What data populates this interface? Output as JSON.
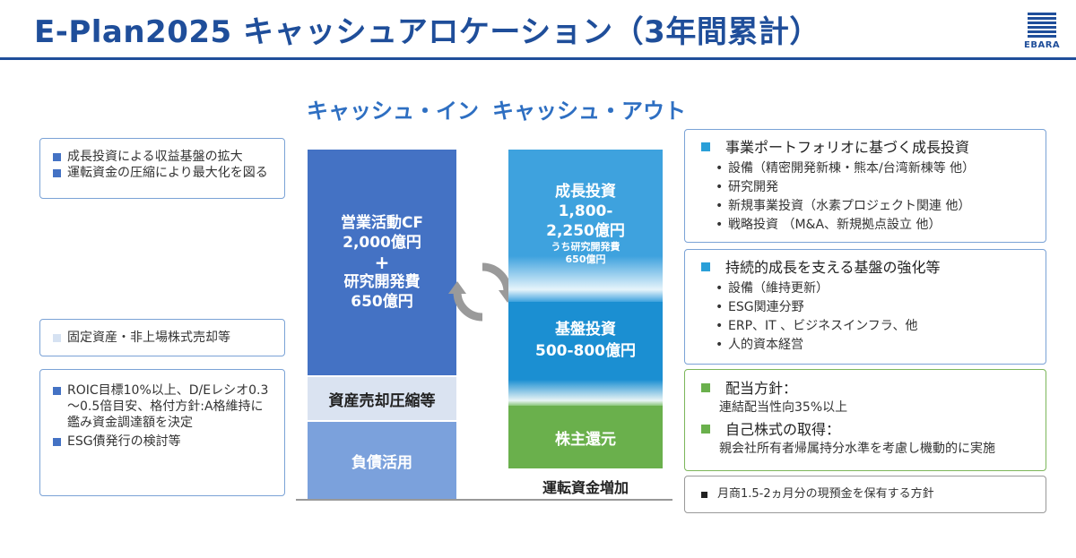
{
  "header": {
    "title": "E-Plan2025 キャッシュアロケーション（3年間累計）",
    "logo_text": "EBARA"
  },
  "cash_in": {
    "heading": "キャッシュ・イン",
    "operating_cf": {
      "line1": "営業活動CF",
      "line2": "2,000億円",
      "line3": "+",
      "line4": "研究開発費",
      "line5": "650億円"
    },
    "asset_sale": "資産売却圧縮等",
    "debt": "負債活用"
  },
  "cash_out": {
    "heading": "キャッシュ・アウト",
    "growth": {
      "line1": "成長投資",
      "line2": "1,800-",
      "line3": "2,250億円",
      "line4": "うち研究開発費",
      "line5": "650億円"
    },
    "foundation": {
      "line1": "基盤投資",
      "line2": "500-800億円"
    },
    "return": "株主還元",
    "working_capital": "運転資金増加"
  },
  "left_notes": {
    "box1": [
      "成長投資による収益基盤の拡大",
      "運転資金の圧縮により最大化を図る"
    ],
    "box2": [
      "固定資産・非上場株式売却等"
    ],
    "box3": [
      "ROIC目標10%以上、D/Eレシオ0.3～0.5倍目安、格付方針:A格維持に鑑み資金調達額を決定",
      "ESG債発行の検討等"
    ]
  },
  "right_notes": {
    "growth": {
      "title": "事業ポートフォリオに基づく成長投資",
      "items": [
        "設備（精密開発新棟・熊本/台湾新棟等 他）",
        "研究開発",
        "新規事業投資（水素プロジェクト関連 他）",
        "戦略投資 （M&A、新規拠点設立 他）"
      ]
    },
    "foundation": {
      "title": "持続的成長を支える基盤の強化等",
      "items": [
        "設備（維持更新）",
        "ESG関連分野",
        "ERP、IT 、ビジネスインフラ、他",
        "人的資本経営"
      ]
    },
    "return": {
      "title1": "配当方針：",
      "text1": "連結配当性向35%以上",
      "title2": "自己株式の取得：",
      "text2": "親会社所有者帰属持分水準を考慮し機動的に実施"
    },
    "cash": "月商1.5-2ヵ月分の現預金を保有する方針"
  },
  "icons": {
    "cycle": "cycle-arrows-icon"
  },
  "colors": {
    "brand_blue": "#1f4e9a",
    "cash_in_blue": "#4472c4",
    "cash_out_cyan": "#2a9fd8",
    "return_green": "#6ab04c"
  }
}
